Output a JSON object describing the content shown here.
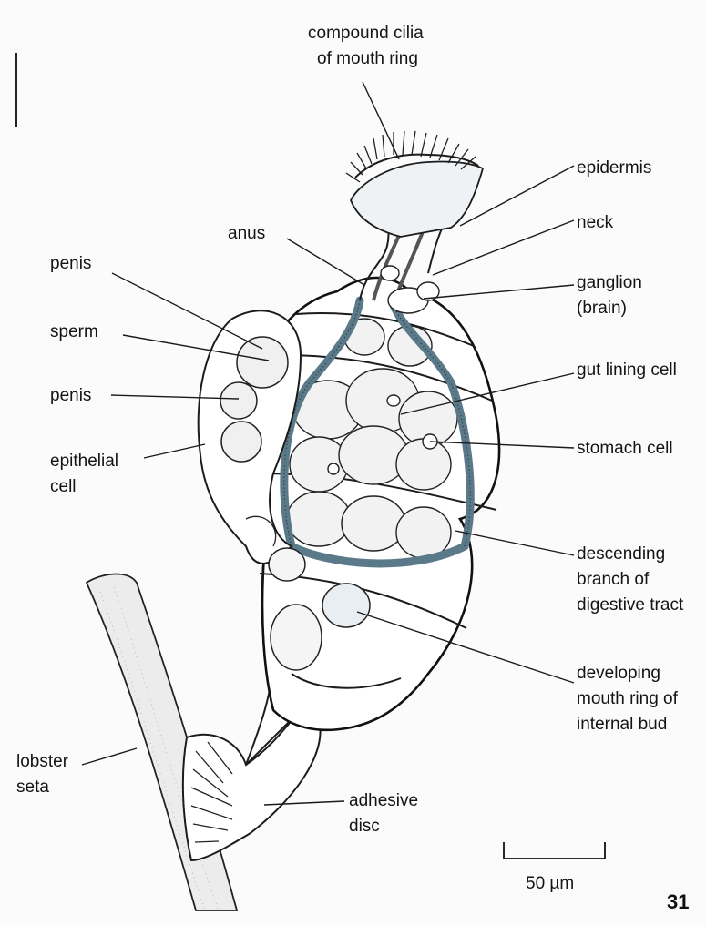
{
  "labels": {
    "compound_cilia": [
      "compound cilia",
      "of mouth ring"
    ],
    "epidermis": "epidermis",
    "anus": "anus",
    "neck": "neck",
    "penis_top": "penis",
    "ganglion": [
      "ganglion",
      "(brain)"
    ],
    "sperm": "sperm",
    "gut_lining_cell": "gut lining cell",
    "penis_mid": "penis",
    "epithelial_cell": [
      "epithelial",
      "cell"
    ],
    "stomach_cell": "stomach cell",
    "descending_branch": [
      "descending",
      "branch of",
      "digestive tract"
    ],
    "developing_mouth_ring": [
      "developing",
      "mouth ring of",
      "internal bud"
    ],
    "lobster_seta": [
      "lobster",
      "seta"
    ],
    "adhesive_disc": [
      "adhesive",
      "disc"
    ]
  },
  "scale_bar": {
    "label": "50 µm"
  },
  "page_number": "31"
}
